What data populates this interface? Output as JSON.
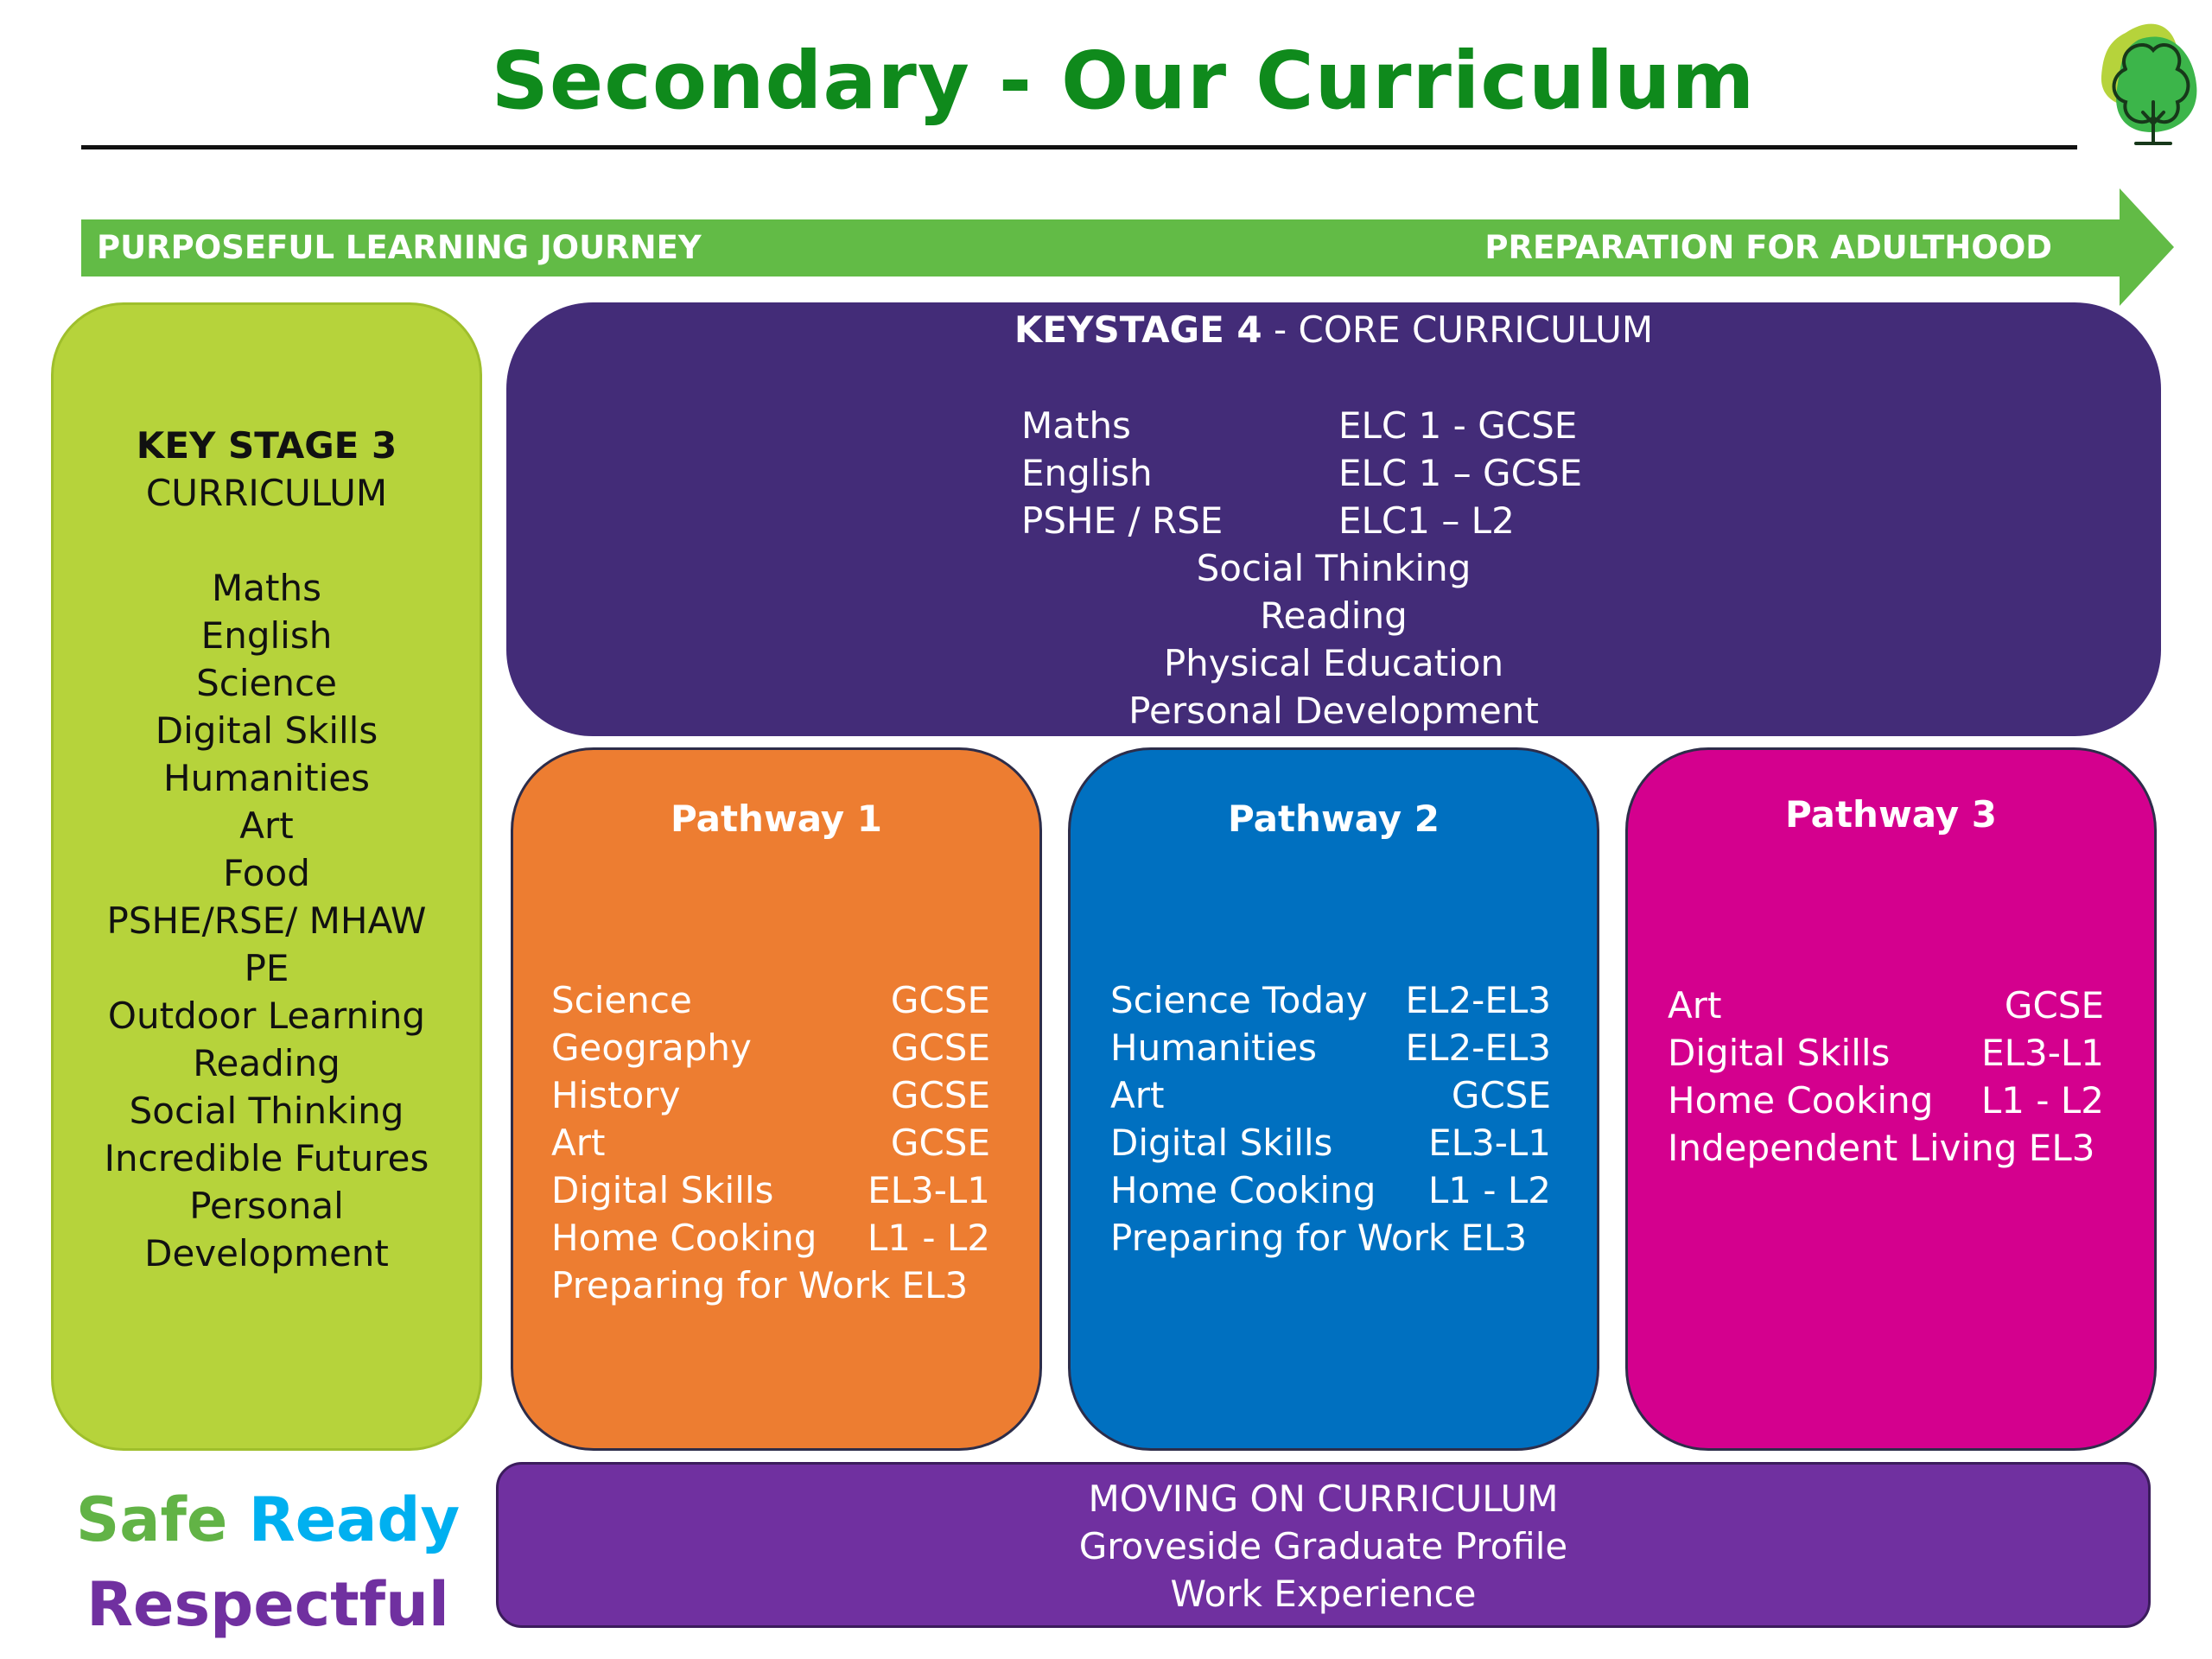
{
  "title": "Secondary - Our Curriculum",
  "logo": {
    "icon": "tree-icon",
    "colors": [
      "#b6d33b",
      "#3cb54a",
      "#1a3a1a"
    ]
  },
  "journey": {
    "start_label": "PURPOSEFUL LEARNING JOURNEY",
    "end_label": "PREPARATION FOR ADULTHOOD",
    "color": "#62bb46"
  },
  "ks3": {
    "heading": "KEY STAGE 3",
    "subheading": "CURRICULUM",
    "subjects": [
      "Maths",
      "English",
      "Science",
      "Digital Skills",
      "Humanities",
      "Art",
      "Food",
      "PSHE/RSE/ MHAW",
      "PE",
      "Outdoor Learning",
      "Reading",
      "Social Thinking",
      "Incredible Futures",
      "Personal",
      "Development"
    ],
    "color": "#b6d33b"
  },
  "ks4": {
    "heading_bold": "KEYSTAGE 4",
    "heading_rest": " - CORE CURRICULUM",
    "graded": [
      {
        "subject": "Maths",
        "level": "ELC 1 - GCSE"
      },
      {
        "subject": "English",
        "level": "ELC 1 – GCSE"
      },
      {
        "subject": "PSHE / RSE",
        "level": "ELC1 – L2"
      }
    ],
    "other": [
      "Social Thinking",
      "Reading",
      "Physical Education",
      "Personal Development"
    ],
    "color": "#432c78"
  },
  "pathways": [
    {
      "title": "Pathway 1",
      "color": "#ed7d31",
      "rows": [
        {
          "subject": "Science",
          "level": "GCSE"
        },
        {
          "subject": "Geography",
          "level": "GCSE"
        },
        {
          "subject": "History",
          "level": "GCSE"
        },
        {
          "subject": "Art",
          "level": "GCSE"
        },
        {
          "subject": "Digital Skills",
          "level": "EL3-L1"
        },
        {
          "subject": "Home Cooking",
          "level": "L1 - L2"
        },
        {
          "subject": "Preparing for Work EL3",
          "level": ""
        }
      ]
    },
    {
      "title": "Pathway 2",
      "color": "#0070c0",
      "rows": [
        {
          "subject": "Science Today",
          "level": "EL2-EL3"
        },
        {
          "subject": "Humanities",
          "level": "EL2-EL3"
        },
        {
          "subject": "Art",
          "level": "GCSE"
        },
        {
          "subject": "Digital Skills",
          "level": "EL3-L1"
        },
        {
          "subject": "Home Cooking",
          "level": "L1 - L2"
        },
        {
          "subject": "Preparing for Work EL3",
          "level": ""
        }
      ]
    },
    {
      "title": "Pathway 3",
      "color": "#d4008e",
      "rows": [
        {
          "subject": "Art",
          "level": "GCSE"
        },
        {
          "subject": "Digital Skills",
          "level": "EL3-L1"
        },
        {
          "subject": "Home Cooking",
          "level": "L1 - L2"
        },
        {
          "subject": "Independent Living EL3",
          "level": ""
        }
      ]
    }
  ],
  "moving_on": {
    "lines": [
      "MOVING ON CURRICULUM",
      "Groveside Graduate Profile",
      "Work Experience"
    ],
    "color": "#7030a0"
  },
  "values": {
    "safe": "Safe",
    "ready": "Ready",
    "respectful": "Respectful",
    "colors": {
      "safe": "#62b346",
      "ready": "#00b0f0",
      "respectful": "#7030a0"
    }
  }
}
